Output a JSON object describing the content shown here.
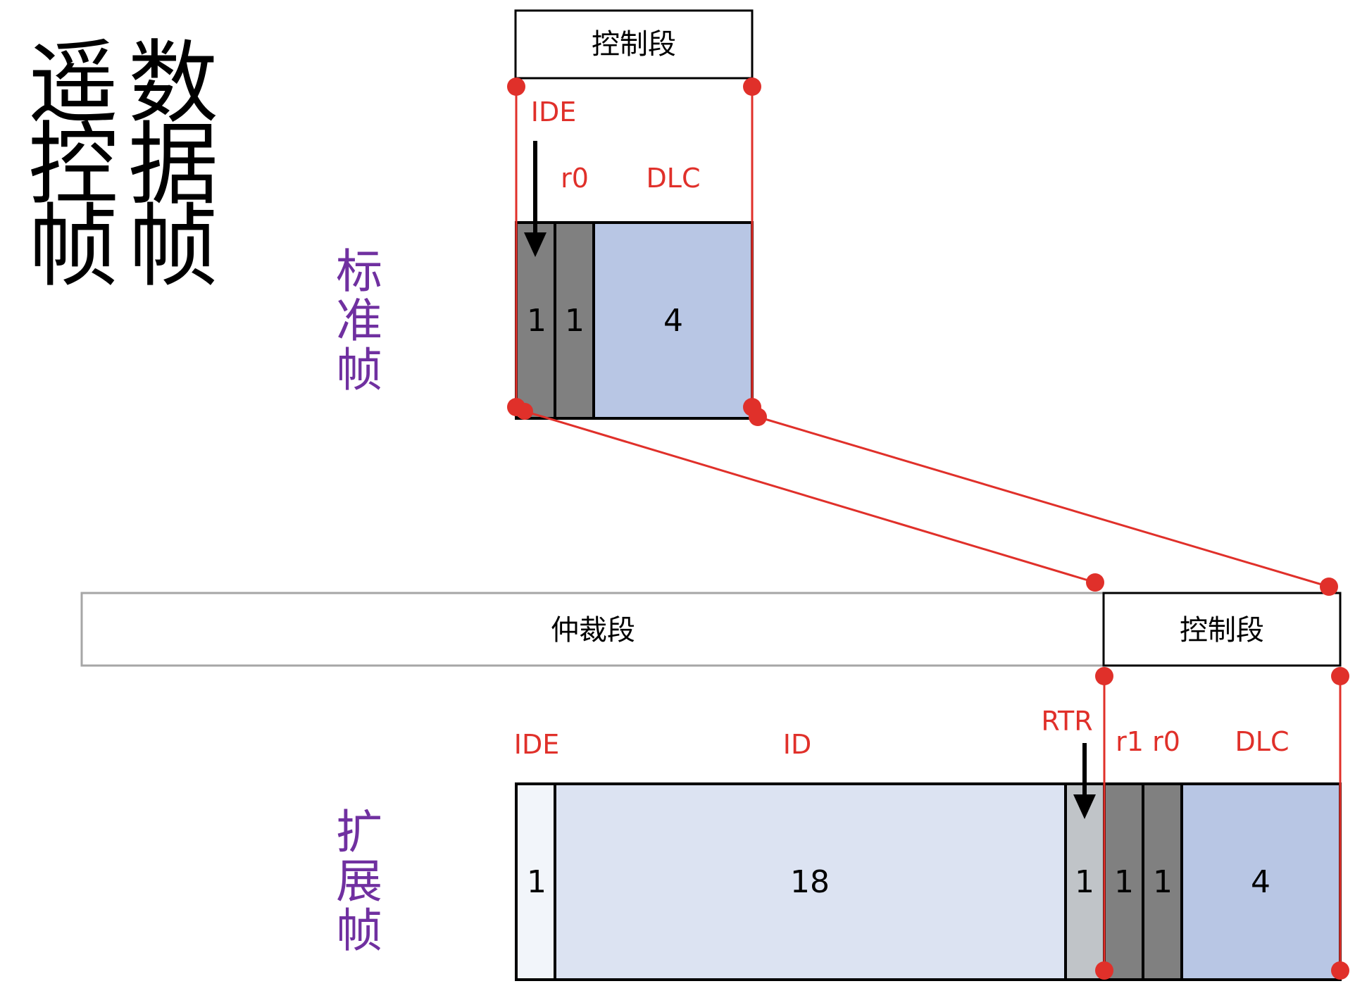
{
  "titles": {
    "remote_frame": [
      "遥",
      "控",
      "帧"
    ],
    "data_frame": [
      "数",
      "据",
      "帧"
    ]
  },
  "standard_frame": {
    "label": [
      "标",
      "准",
      "帧"
    ],
    "segment": "控制段",
    "fields": [
      {
        "name": "IDE",
        "bits": "1"
      },
      {
        "name": "r0",
        "bits": "1"
      },
      {
        "name": "DLC",
        "bits": "4"
      }
    ]
  },
  "extended_frame": {
    "label": [
      "扩",
      "展",
      "帧"
    ],
    "arbitration_segment": "仲裁段",
    "control_segment": "控制段",
    "fields": [
      {
        "name": "IDE",
        "bits": "1"
      },
      {
        "name": "ID",
        "bits": "18"
      },
      {
        "name": "RTR",
        "bits": "1"
      },
      {
        "name": "r1",
        "bits": "1"
      },
      {
        "name": "r0",
        "bits": "1"
      },
      {
        "name": "DLC",
        "bits": "4"
      }
    ]
  },
  "colors": {
    "red": "#e0302a",
    "purple": "#7030a0",
    "dark_gray": "#808080",
    "light_gray": "#c0c4c8",
    "light_blue": "#dce3f2",
    "mid_blue": "#b8c6e4",
    "pale": "#f2f5fa"
  }
}
